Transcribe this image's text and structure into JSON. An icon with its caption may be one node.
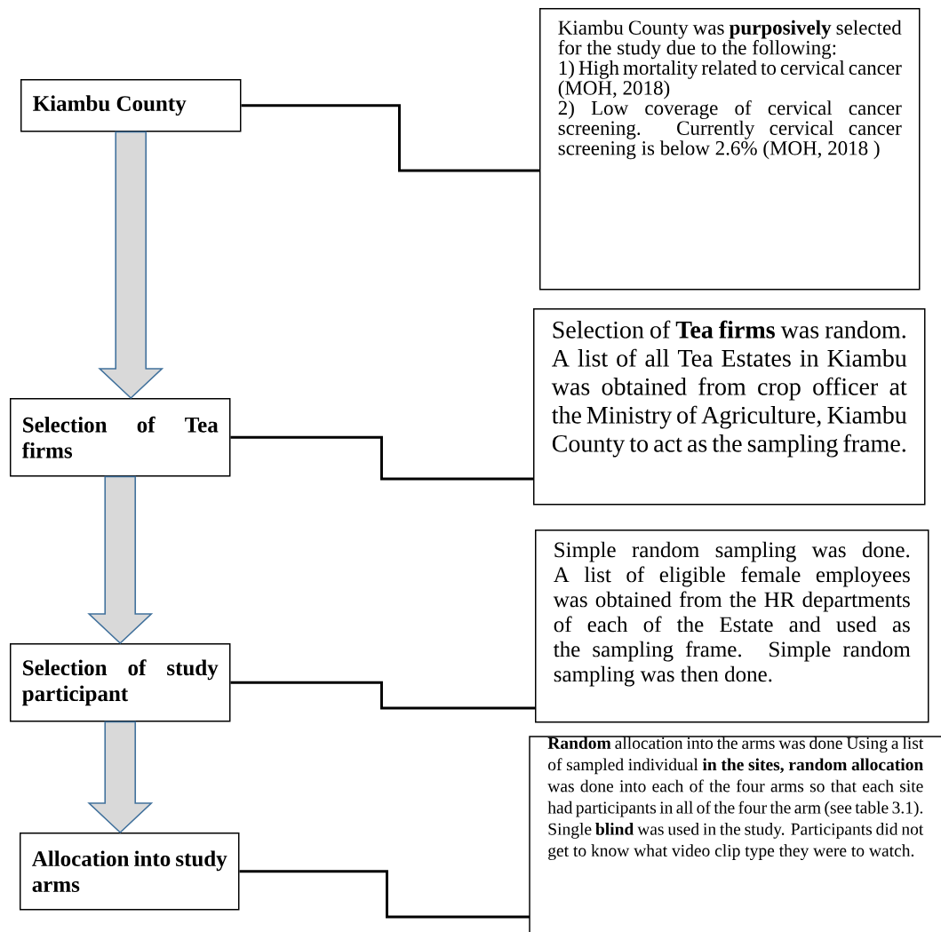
{
  "diagram": {
    "nodes": [
      {
        "text": [
          "Kiambu County"
        ]
      },
      {
        "text": [
          "Kiambu County was **purposively** selected for the study due to the following:",
          "1) High mortality related to cervical cancer (MOH, 2018)",
          "2) Low coverage of cervical cancer screening. Currently cervical cancer screening is below 2.6% (MOH, 2018 )"
        ]
      },
      {
        "text": [
          "Selection of Tea firms"
        ]
      },
      {
        "text": [
          "Selection of **Tea firms** was random. A list of all Tea Estates in Kiambu was obtained from crop officer at the Ministry of Agriculture, Kiambu County to act as the sampling frame."
        ]
      },
      {
        "text": [
          "Selection of study participant"
        ]
      },
      {
        "text": [
          "Simple random sampling was done. A list of eligible female employees was obtained from the HR departments of each of the Estate and used as the sampling frame. Simple random sampling was then done."
        ]
      },
      {
        "text": [
          "Allocation into study arms"
        ]
      },
      {
        "text": [
          "**Random** allocation into the arms was done Using a list of sampled individual **in the sites, random allocation** was done into each of the four arms so that each site had participants in all of the four the arm (see table 3.1). Single **blind** was used in the study. Participants did not get to know what video clip type they were to watch."
        ]
      }
    ],
    "edges": [
      {
        "from": 0,
        "to": 1,
        "arrow": "none"
      },
      {
        "from": 0,
        "to": 2,
        "arrow": "to",
        "style": "thick",
        "color": "#41719c"
      },
      {
        "from": 2,
        "to": 3,
        "arrow": "none"
      },
      {
        "from": 2,
        "to": 4,
        "arrow": "to",
        "style": "thick",
        "color": "#41719c"
      },
      {
        "from": 4,
        "to": 5,
        "arrow": "none"
      },
      {
        "from": 4,
        "to": 6,
        "arrow": "to",
        "style": "thick",
        "color": "#41719c"
      },
      {
        "from": 6,
        "to": 7,
        "arrow": "none"
      }
    ]
  }
}
